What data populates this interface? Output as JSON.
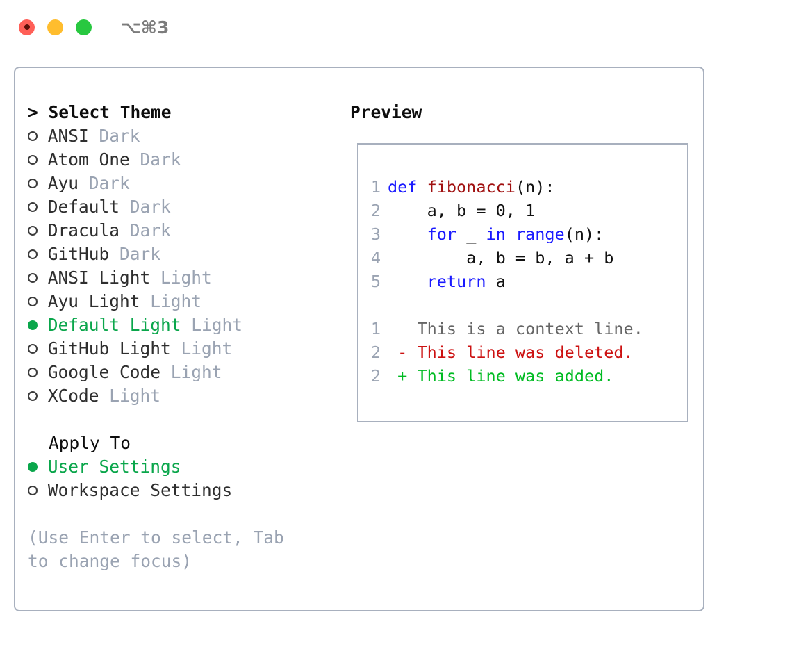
{
  "titlebar": {
    "shortcut": "⌥⌘3",
    "buttons": [
      {
        "name": "close",
        "color": "#ff5f57"
      },
      {
        "name": "minimize",
        "color": "#ffbd2e"
      },
      {
        "name": "maximize",
        "color": "#28c840"
      }
    ]
  },
  "theme_panel": {
    "header": "> Select Theme",
    "items": [
      {
        "marker": "o",
        "label": "ANSI",
        "tag": "Dark",
        "selected": false
      },
      {
        "marker": "o",
        "label": "Atom One",
        "tag": "Dark",
        "selected": false
      },
      {
        "marker": "o",
        "label": "Ayu",
        "tag": "Dark",
        "selected": false
      },
      {
        "marker": "o",
        "label": "Default",
        "tag": "Dark",
        "selected": false
      },
      {
        "marker": "o",
        "label": "Dracula",
        "tag": "Dark",
        "selected": false
      },
      {
        "marker": "o",
        "label": "GitHub",
        "tag": "Dark",
        "selected": false
      },
      {
        "marker": "o",
        "label": "ANSI Light",
        "tag": "Light",
        "selected": false
      },
      {
        "marker": "o",
        "label": "Ayu Light",
        "tag": "Light",
        "selected": false
      },
      {
        "marker": "●",
        "label": "Default Light",
        "tag": "Light",
        "selected": true
      },
      {
        "marker": "o",
        "label": "GitHub Light",
        "tag": "Light",
        "selected": false
      },
      {
        "marker": "o",
        "label": "Google Code",
        "tag": "Light",
        "selected": false
      },
      {
        "marker": "o",
        "label": "XCode",
        "tag": "Light",
        "selected": false
      }
    ]
  },
  "apply_to": {
    "header": "Apply To",
    "items": [
      {
        "marker": "●",
        "label": "User Settings",
        "selected": true
      },
      {
        "marker": "o",
        "label": "Workspace Settings",
        "selected": false
      }
    ]
  },
  "hint": "(Use Enter to select, Tab to change focus)",
  "preview": {
    "header": "Preview",
    "code_lines": [
      {
        "no": "1",
        "tokens": [
          {
            "t": "def ",
            "c": "kw"
          },
          {
            "t": "fibonacci",
            "c": "fn"
          },
          {
            "t": "(n):",
            "c": "plain"
          }
        ]
      },
      {
        "no": "2",
        "tokens": [
          {
            "t": "    a, b = 0, 1",
            "c": "plain"
          }
        ]
      },
      {
        "no": "3",
        "tokens": [
          {
            "t": "    ",
            "c": "plain"
          },
          {
            "t": "for",
            "c": "kw"
          },
          {
            "t": " _ ",
            "c": "plain"
          },
          {
            "t": "in",
            "c": "kw"
          },
          {
            "t": " ",
            "c": "plain"
          },
          {
            "t": "range",
            "c": "kw"
          },
          {
            "t": "(n):",
            "c": "plain"
          }
        ]
      },
      {
        "no": "4",
        "tokens": [
          {
            "t": "        a, b = b, a + b",
            "c": "plain"
          }
        ]
      },
      {
        "no": "5",
        "tokens": [
          {
            "t": "    ",
            "c": "plain"
          },
          {
            "t": "return",
            "c": "kw"
          },
          {
            "t": " a",
            "c": "plain"
          }
        ]
      }
    ],
    "diff_lines": [
      {
        "no": "1",
        "tokens": [
          {
            "t": "   This is a context line.",
            "c": "ctx"
          }
        ]
      },
      {
        "no": "2",
        "tokens": [
          {
            "t": " - This line was deleted.",
            "c": "del"
          }
        ]
      },
      {
        "no": "2",
        "tokens": [
          {
            "t": " + This line was added.",
            "c": "add"
          }
        ]
      }
    ]
  },
  "colors": {
    "accent_green": "#0aa64b",
    "muted_gray": "#9aa3b2",
    "border": "#a8b0be",
    "keyword_blue": "#1a1aff",
    "function_red": "#a01010",
    "diff_delete": "#cc1111",
    "diff_add": "#00bb22"
  }
}
